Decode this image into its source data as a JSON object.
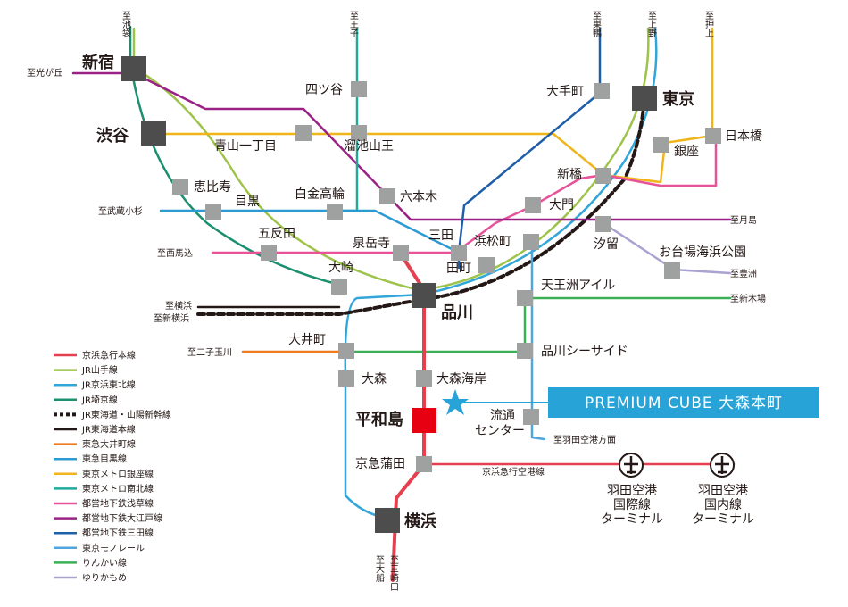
{
  "colors": {
    "keikyu": "#e5404f",
    "yamanote": "#9dc34a",
    "keihin_tohoku": "#33a6d9",
    "saikyo": "#1b8f6f",
    "tokaido": "#231815",
    "oimachi": "#ee7b1f",
    "meguro": "#2d9ad2",
    "ginza": "#f1b51c",
    "namboku": "#20aa9e",
    "asakusa": "#e85298",
    "oedo": "#9b2285",
    "mita": "#1f5ea8",
    "monorail": "#4ea6dc",
    "rinkai": "#3bb055",
    "yurikamome": "#a9a3d1",
    "station": "#9fa0a0",
    "major": "#4d4d4d",
    "home": "#e60012",
    "banner": "#27a3d8"
  },
  "banner": {
    "text": "PREMIUM CUBE 大森本町"
  },
  "stations": {
    "shinjuku": "新宿",
    "shibuya": "渋谷",
    "tokyo": "東京",
    "shinagawa": "品川",
    "yokohama": "横浜",
    "heiwajima": "平和島",
    "yotsuya": "四ツ谷",
    "otemachi": "大手町",
    "aoyama": "青山一丁目",
    "tameike": "溜池山王",
    "nihombashi": "日本橋",
    "ginza": "銀座",
    "shimbashi": "新橋",
    "ebisu": "恵比寿",
    "meguro": "目黒",
    "shirokane": "白金高輪",
    "roppongi": "六本木",
    "daimon": "大門",
    "shiodome": "汐留",
    "odaiba": "お台場海浜公園",
    "gotanda": "五反田",
    "sengakuji": "泉岳寺",
    "mita": "三田",
    "hamamatsucho": "浜松町",
    "tamachi": "田町",
    "osaki": "大崎",
    "tennozu": "天王洲アイル",
    "oimachi": "大井町",
    "shinagawa_seaside": "品川シーサイド",
    "omori": "大森",
    "omorikaigan": "大森海岸",
    "ryutsu": "流通",
    "ryutsu2": "センター",
    "keikyukamata": "京急蒲田",
    "haneda_intl_1": "羽田空港",
    "haneda_intl_2": "国際線",
    "haneda_intl_3": "ターミナル",
    "haneda_dom_1": "羽田空港",
    "haneda_dom_2": "国内線",
    "haneda_dom_3": "ターミナル"
  },
  "directions": {
    "ikebukuro": "至池袋",
    "oji": "至王子",
    "sugamo": "至巣鴨",
    "ueno": "至上野",
    "oshiage": "至押上",
    "hikarigaoka": "至光が丘",
    "musashikosugi": "至武蔵小杉",
    "tsukishima": "至月島",
    "nishimagome": "至西馬込",
    "toyosu": "至豊洲",
    "yokohama_dir": "至横浜",
    "shinyokohama": "至新横浜",
    "shinkiba": "至新木場",
    "futakotamagawa": "至二子玉川",
    "haneda_dir": "至羽田空港方面",
    "ofuna": "至大船",
    "misakiguchi": "至三崎口",
    "airport_line": "京浜急行空港線"
  },
  "legend": [
    {
      "label": "京浜急行本線",
      "color": "#e5404f"
    },
    {
      "label": "JR山手線",
      "color": "#9dc34a"
    },
    {
      "label": "JR京浜東北線",
      "color": "#33a6d9"
    },
    {
      "label": "JR埼京線",
      "color": "#1b8f6f"
    },
    {
      "label": "JR東海道・山陽新幹線",
      "color": "dashed"
    },
    {
      "label": "JR東海道本線",
      "color": "#231815"
    },
    {
      "label": "東急大井町線",
      "color": "#ee7b1f"
    },
    {
      "label": "東急目黒線",
      "color": "#2d9ad2"
    },
    {
      "label": "東京メトロ銀座線",
      "color": "#f1b51c"
    },
    {
      "label": "東京メトロ南北線",
      "color": "#20aa9e"
    },
    {
      "label": "都営地下鉄浅草線",
      "color": "#e85298"
    },
    {
      "label": "都営地下鉄大江戸線",
      "color": "#9b2285"
    },
    {
      "label": "都営地下鉄三田線",
      "color": "#1f5ea8"
    },
    {
      "label": "東京モノレール",
      "color": "#4ea6dc"
    },
    {
      "label": "りんかい線",
      "color": "#3bb055"
    },
    {
      "label": "ゆりかもめ",
      "color": "#a9a3d1"
    }
  ]
}
